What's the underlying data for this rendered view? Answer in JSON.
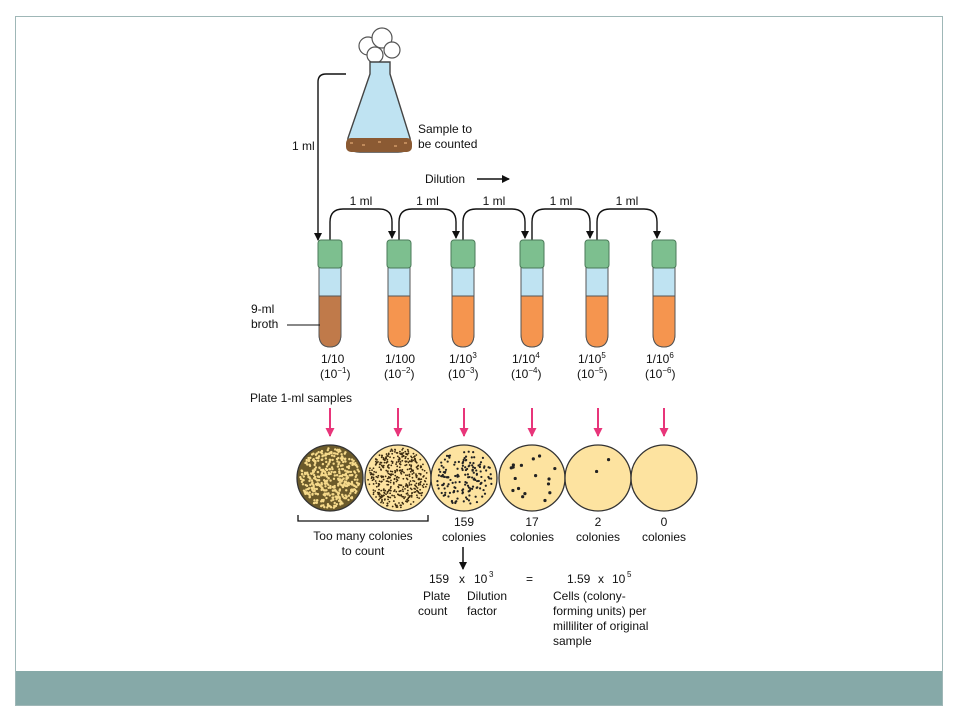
{
  "diagram": {
    "sample_label_line1": "Sample to",
    "sample_label_line2": "be counted",
    "first_transfer": "1 ml",
    "dilution_label": "Dilution",
    "transfers": [
      "1 ml",
      "1 ml",
      "1 ml",
      "1 ml",
      "1 ml"
    ],
    "broth_label_line1": "9-ml",
    "broth_label_line2": "broth",
    "tubes": [
      {
        "fraction_base": "1/10",
        "fraction_exp": "",
        "sci_base": "(10",
        "sci_exp": "−1",
        "sci_close": ")"
      },
      {
        "fraction_base": "1/100",
        "fraction_exp": "",
        "sci_base": "(10",
        "sci_exp": "−2",
        "sci_close": ")"
      },
      {
        "fraction_base": "1/10",
        "fraction_exp": "3",
        "sci_base": "(10",
        "sci_exp": "−3",
        "sci_close": ")"
      },
      {
        "fraction_base": "1/10",
        "fraction_exp": "4",
        "sci_base": "(10",
        "sci_exp": "−4",
        "sci_close": ")"
      },
      {
        "fraction_base": "1/10",
        "fraction_exp": "5",
        "sci_base": "(10",
        "sci_exp": "−5",
        "sci_close": ")"
      },
      {
        "fraction_base": "1/10",
        "fraction_exp": "6",
        "sci_base": "(10",
        "sci_exp": "−6",
        "sci_close": ")"
      }
    ],
    "plate_label": "Plate 1-ml samples",
    "plates": [
      {
        "count": "",
        "unit": ""
      },
      {
        "count": "",
        "unit": ""
      },
      {
        "count": "159",
        "unit": "colonies"
      },
      {
        "count": "17",
        "unit": "colonies"
      },
      {
        "count": "2",
        "unit": "colonies"
      },
      {
        "count": "0",
        "unit": "colonies"
      }
    ],
    "too_many_line1": "Too many colonies",
    "too_many_line2": "to count",
    "equation": {
      "count": "159",
      "times1": "x",
      "base1": "10",
      "exp1": "3",
      "equals": "=",
      "coef": "1.59",
      "times2": "x",
      "base2": "10",
      "exp2": "5",
      "plate_count_line1": "Plate",
      "plate_count_line2": "count",
      "dilution_factor_line1": "Dilution",
      "dilution_factor_line2": "factor",
      "result_lines": [
        "Cells (colony-",
        "forming units) per",
        "milliliter of original",
        "sample"
      ]
    }
  },
  "colors": {
    "tube_cap": "#7dbf8f",
    "tube_top": "#bfe3f2",
    "broth_first": "#c07a4a",
    "broth_rest": "#f5954f",
    "arrow_magenta": "#e8357a",
    "plate_fill": "#fde3a0",
    "flask_fill": "#bfe3f2",
    "footer_band": "#86a9a8"
  }
}
